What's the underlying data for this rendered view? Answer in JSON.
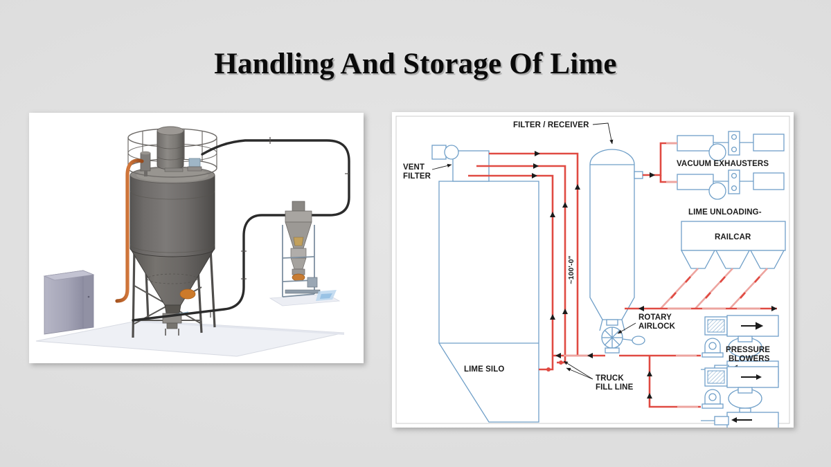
{
  "slide": {
    "title": "Handling And Storage Of Lime",
    "background_color": "#dedede",
    "title_color": "#0a0a0a"
  },
  "panels": {
    "render": {
      "name": "lime-silo-3d-render",
      "caption": "",
      "colors": {
        "silo_body": "#6b6968",
        "silo_light": "#8e8c8b",
        "pipe_black": "#2b2b2b",
        "pipe_copper": "#c56a2e",
        "cabinet": "#a8a8b8",
        "slab": "#e8eaf0"
      }
    },
    "diagram": {
      "name": "lime-pneumatic-conveying-pid",
      "colors": {
        "equipment_line": "#6f9fc8",
        "convey_line": "#e04a42",
        "label_text": "#1b1b1b",
        "sheet": "#ffffff"
      },
      "labels": [
        {
          "id": "vent-filter",
          "text": "VENT\nFILTER",
          "line1": "VENT",
          "line2": "FILTER"
        },
        {
          "id": "filter-receiver",
          "text": "FILTER / RECEIVER",
          "line1": "FILTER / RECEIVER",
          "line2": ""
        },
        {
          "id": "vacuum-exhausters",
          "text": "VACUUM EXHAUSTERS",
          "line1": "VACUUM EXHAUSTERS",
          "line2": ""
        },
        {
          "id": "lime-unloading",
          "text": "LIME UNLOADING-",
          "line1": "LIME UNLOADING-",
          "line2": ""
        },
        {
          "id": "railcar",
          "text": "RAILCAR",
          "line1": "RAILCAR",
          "line2": ""
        },
        {
          "id": "rotary-airlock",
          "text": "ROTARY AIRLOCK",
          "line1": "ROTARY",
          "line2": "AIRLOCK"
        },
        {
          "id": "pressure-blowers",
          "text": "PRESSURE BLOWERS",
          "line1": "PRESSURE",
          "line2": "BLOWERS"
        },
        {
          "id": "lime-silo",
          "text": "LIME SILO",
          "line1": "LIME SILO",
          "line2": ""
        },
        {
          "id": "truck-fill-line",
          "text": "TRUCK FILL LINE",
          "line1": "TRUCK",
          "line2": "FILL LINE"
        },
        {
          "id": "height-dimension",
          "text": "~100'-0\"",
          "line1": "~100'-0\"",
          "line2": ""
        }
      ]
    }
  }
}
